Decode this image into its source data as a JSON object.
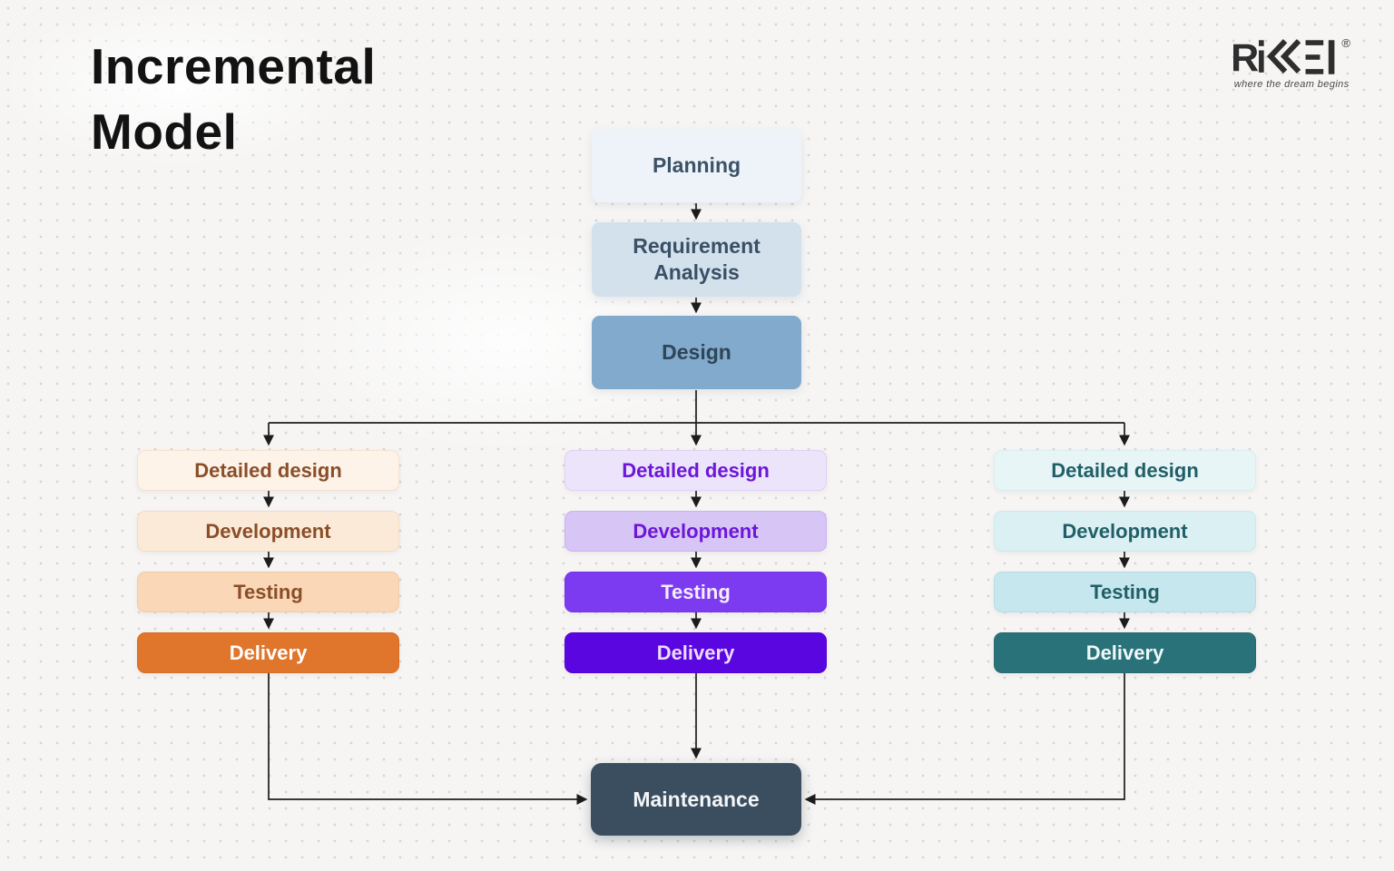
{
  "page": {
    "title": {
      "line1": "Incremental",
      "line2": "Model"
    }
  },
  "logo": {
    "brand": "RiKKEI",
    "registered": "®",
    "tagline": "where the dream begins",
    "color": "#2e2e2e"
  },
  "flow": {
    "top_chain": [
      {
        "label": "Planning",
        "bg": "#edf3f9",
        "border": "#e2eaf2",
        "color": "#3c5268"
      },
      {
        "label": "Requirement Analysis",
        "bg": "#d3e1ed",
        "border": "#c8d9e8",
        "color": "#3a5066"
      },
      {
        "label": "Design",
        "bg": "#81aacd",
        "border": "#81aacd",
        "color": "#2f4558"
      }
    ],
    "increments": [
      {
        "name": "increment-1",
        "accent": "#e0752c",
        "steps": [
          {
            "label": "Detailed design",
            "bg": "#fdf3e9",
            "border": "#f4e2d0",
            "color": "#8a4e28"
          },
          {
            "label": "Development",
            "bg": "#fcead9",
            "border": "#f2dcc5",
            "color": "#8a4e28"
          },
          {
            "label": "Testing",
            "bg": "#f9d7b7",
            "border": "#f0cba6",
            "color": "#8a4e28"
          },
          {
            "label": "Delivery",
            "bg": "#e0752c",
            "border": "#d96d24",
            "color": "#ffffff"
          }
        ]
      },
      {
        "name": "increment-2",
        "accent": "#5a06e0",
        "steps": [
          {
            "label": "Detailed design",
            "bg": "#ebe4fa",
            "border": "#ded2f5",
            "color": "#6d16d9"
          },
          {
            "label": "Development",
            "bg": "#d7c5f6",
            "border": "#c9b2f2",
            "color": "#6d16d9"
          },
          {
            "label": "Testing",
            "bg": "#7d3bf1",
            "border": "#7534e8",
            "color": "#f5eefd"
          },
          {
            "label": "Delivery",
            "bg": "#5a06e0",
            "border": "#5204d2",
            "color": "#ecdcfc"
          }
        ]
      },
      {
        "name": "increment-3",
        "accent": "#2a727a",
        "steps": [
          {
            "label": "Detailed design",
            "bg": "#e7f5f7",
            "border": "#d8edf0",
            "color": "#215f68"
          },
          {
            "label": "Development",
            "bg": "#dbf0f3",
            "border": "#cce8ec",
            "color": "#215f68"
          },
          {
            "label": "Testing",
            "bg": "#c5e7ed",
            "border": "#b5dee6",
            "color": "#215f68"
          },
          {
            "label": "Delivery",
            "bg": "#2a727a",
            "border": "#256a72",
            "color": "#f0f8f9"
          }
        ]
      }
    ],
    "maintenance": {
      "label": "Maintenance",
      "bg": "#3b4e60",
      "color": "#f3f6f8"
    },
    "connector_color": "#1c1c1c"
  }
}
